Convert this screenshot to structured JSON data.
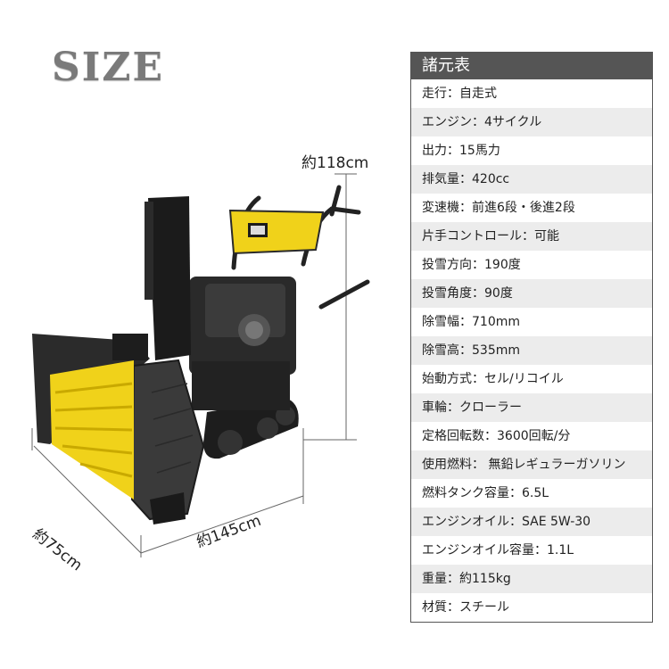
{
  "title": "SIZE",
  "dimensions": {
    "height": "約118cm",
    "depth": "約75cm",
    "width": "約145cm"
  },
  "spec_table": {
    "header": "諸元表",
    "rows": [
      "走行：自走式",
      "エンジン：4サイクル",
      "出力：15馬力",
      "排気量：420cc",
      "変速機：前進6段・後進2段",
      "片手コントロール：可能",
      "投雪方向：190度",
      "投雪角度：90度",
      "除雪幅：710mm",
      "除雪高：535mm",
      "始動方式：セル/リコイル",
      "車輪：クローラー",
      "定格回転数：3600回転/分",
      "使用燃料：  無鉛レギュラーガソリン",
      "燃料タンク容量：6.5L",
      "エンジンオイル：SAE 5W-30",
      "エンジンオイル容量：1.1L",
      "重量：約115kg",
      "材質：スチール"
    ]
  },
  "colors": {
    "header_bg": "#555555",
    "row_alt": "#ececec",
    "machine_yellow": "#f0d21a",
    "machine_black": "#222222",
    "title_gray": "#7a7a7a"
  }
}
